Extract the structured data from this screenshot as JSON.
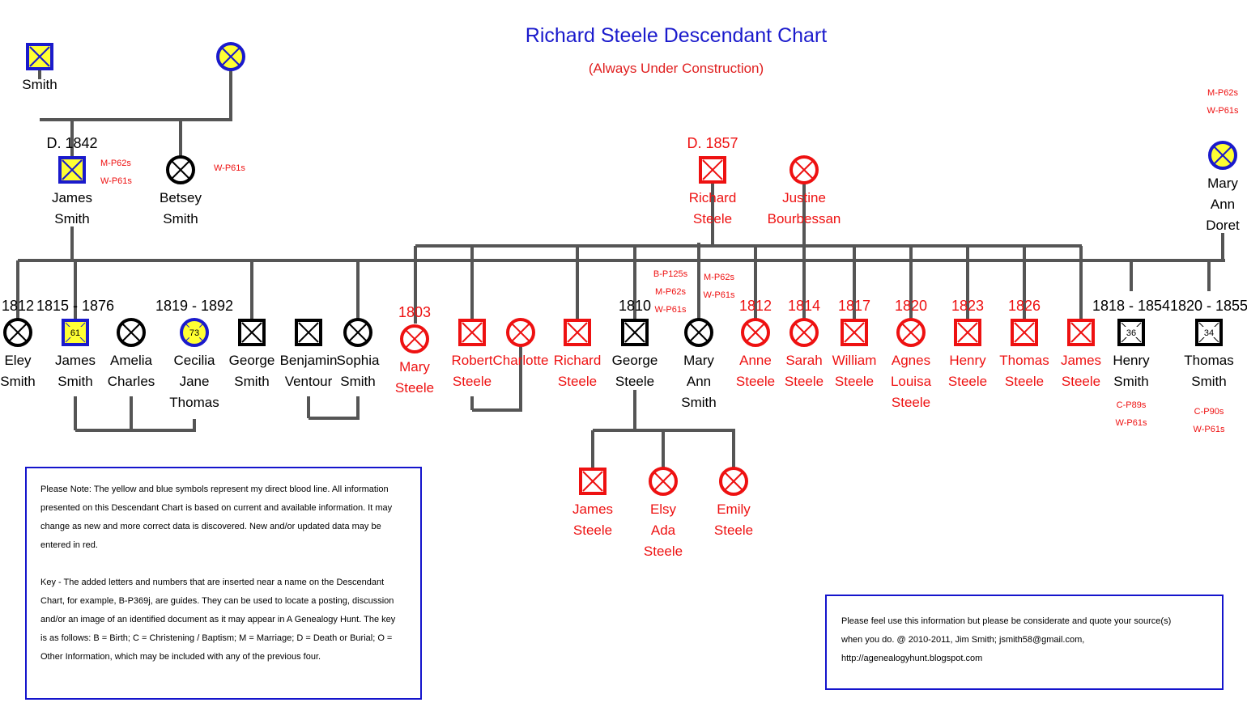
{
  "header": {
    "title": "Richard Steele Descendant Chart",
    "subtitle": "(Always Under Construction)"
  },
  "colors": {
    "black": "#000000",
    "red": "#ee1111",
    "blue_line": "#1a1acc",
    "yellow_fill": "#ffff33",
    "connector_gray": "#555555"
  },
  "people": [
    {
      "id": "smith_top",
      "gender": "male",
      "color": "black",
      "direct": true,
      "name": [
        "Smith"
      ]
    },
    {
      "id": "wife_top",
      "gender": "female",
      "color": "black",
      "direct": true,
      "name": []
    },
    {
      "id": "james_sr",
      "gender": "male",
      "color": "black",
      "direct": true,
      "date": "D. 1842",
      "name": [
        "James",
        "Smith"
      ],
      "notes": [
        "M-P62s",
        "W-P61s"
      ]
    },
    {
      "id": "betsey",
      "gender": "female",
      "color": "black",
      "name": [
        "Betsey",
        "Smith"
      ],
      "notes": [
        "W-P61s"
      ]
    },
    {
      "id": "richard_sr",
      "gender": "male",
      "color": "red",
      "date": "D. 1857",
      "name": [
        "Richard",
        "Steele"
      ]
    },
    {
      "id": "justine",
      "gender": "female",
      "color": "red",
      "name": [
        "Justine",
        "Bourbessan"
      ]
    },
    {
      "id": "mary_doret",
      "gender": "female",
      "color": "black",
      "direct": true,
      "name": [
        "Mary",
        "Ann",
        "Doret"
      ],
      "notes": [
        "M-P62s",
        "W-P61s"
      ]
    },
    {
      "id": "eley",
      "gender": "female",
      "color": "black",
      "date": "1812",
      "name": [
        "Eley",
        "Smith"
      ]
    },
    {
      "id": "james_jr",
      "gender": "male",
      "color": "black",
      "direct": true,
      "date": "1815 - 1876",
      "badge": "61",
      "name": [
        "James",
        "Smith"
      ]
    },
    {
      "id": "amelia",
      "gender": "female",
      "color": "black",
      "name": [
        "Amelia",
        "Charles"
      ]
    },
    {
      "id": "cecilia",
      "gender": "female",
      "color": "black",
      "direct": true,
      "date": "1819 - 1892",
      "badge": "73",
      "name": [
        "Cecilia",
        "Jane",
        "Thomas"
      ]
    },
    {
      "id": "george_smith",
      "gender": "male",
      "color": "black",
      "name": [
        "George",
        "Smith"
      ]
    },
    {
      "id": "benjamin",
      "gender": "male",
      "color": "black",
      "name": [
        "Benjamin",
        "Ventour"
      ]
    },
    {
      "id": "sophia",
      "gender": "female",
      "color": "black",
      "name": [
        "Sophia",
        "Smith"
      ]
    },
    {
      "id": "mary_steele",
      "gender": "female",
      "color": "red",
      "date": "1803",
      "name": [
        "Mary",
        "Steele"
      ]
    },
    {
      "id": "robert",
      "gender": "male",
      "color": "red",
      "name": [
        "Robert",
        "Steele"
      ]
    },
    {
      "id": "charlotte",
      "gender": "female",
      "color": "red",
      "name": [
        "Charlotte"
      ]
    },
    {
      "id": "richard_jr",
      "gender": "male",
      "color": "red",
      "name": [
        "Richard",
        "Steele"
      ]
    },
    {
      "id": "george_steele",
      "gender": "male",
      "color": "black",
      "date": "1810",
      "name": [
        "George",
        "Steele"
      ],
      "notes": [
        "B-P125s",
        "M-P62s",
        "W-P61s"
      ]
    },
    {
      "id": "mary_ann_smith",
      "gender": "female",
      "color": "black",
      "name": [
        "Mary",
        "Ann",
        "Smith"
      ],
      "notes": [
        "M-P62s",
        "W-P61s"
      ]
    },
    {
      "id": "anne",
      "gender": "female",
      "color": "red",
      "date": "1812",
      "name": [
        "Anne",
        "Steele"
      ]
    },
    {
      "id": "sarah",
      "gender": "female",
      "color": "red",
      "date": "1814",
      "name": [
        "Sarah",
        "Steele"
      ]
    },
    {
      "id": "william",
      "gender": "male",
      "color": "red",
      "date": "1817",
      "name": [
        "William",
        "Steele"
      ]
    },
    {
      "id": "agnes",
      "gender": "female",
      "color": "red",
      "date": "1820",
      "name": [
        "Agnes",
        "Louisa",
        "Steele"
      ]
    },
    {
      "id": "henry_steele",
      "gender": "male",
      "color": "red",
      "date": "1823",
      "name": [
        "Henry",
        "Steele"
      ]
    },
    {
      "id": "thomas_steele",
      "gender": "male",
      "color": "red",
      "date": "1826",
      "name": [
        "Thomas",
        "Steele"
      ]
    },
    {
      "id": "james_steele",
      "gender": "male",
      "color": "red",
      "name": [
        "James",
        "Steele"
      ]
    },
    {
      "id": "henry_smith",
      "gender": "male",
      "color": "black",
      "date": "1818 - 1854",
      "badge": "36",
      "name": [
        "Henry",
        "Smith"
      ],
      "notes": [
        "C-P89s",
        "W-P61s"
      ]
    },
    {
      "id": "thomas_smith",
      "gender": "male",
      "color": "black",
      "date": "1820 - 1855",
      "badge": "34",
      "name": [
        "Thomas",
        "Smith"
      ],
      "notes": [
        "C-P90s",
        "W-P61s"
      ]
    },
    {
      "id": "james_g",
      "gender": "male",
      "color": "red",
      "name": [
        "James",
        "Steele"
      ]
    },
    {
      "id": "elsy",
      "gender": "female",
      "color": "red",
      "name": [
        "Elsy",
        "Ada",
        "Steele"
      ]
    },
    {
      "id": "emily",
      "gender": "female",
      "color": "red",
      "name": [
        "Emily",
        "Steele"
      ]
    }
  ],
  "note": {
    "paragraphs": [
      "Please Note: The yellow and blue symbols represent my direct blood line.  All information presented on this Descendant Chart is based on current and available information.  It may change as new and more correct data is discovered.  New and/or updated data may be entered in red.",
      "Key - The added letters and numbers that are inserted near a name on the Descendant Chart, for example, B-P369j, are guides.  They can be used to locate a posting, discussion and/or an image of an identified document as it may appear in A Genealogy Hunt. The key is as follows: B = Birth; C = Christening / Baptism; M = Marriage; D = Death or Burial; O = Other Information, which may be included with any of the previous four."
    ]
  },
  "source": {
    "lines": [
      "Please feel use this information but please be considerate and quote your source(s)",
      "when you do.  @ 2010-2011, Jim Smith; jsmith58@gmail.com,",
      "http://agenealogyhunt.blogspot.com"
    ]
  }
}
